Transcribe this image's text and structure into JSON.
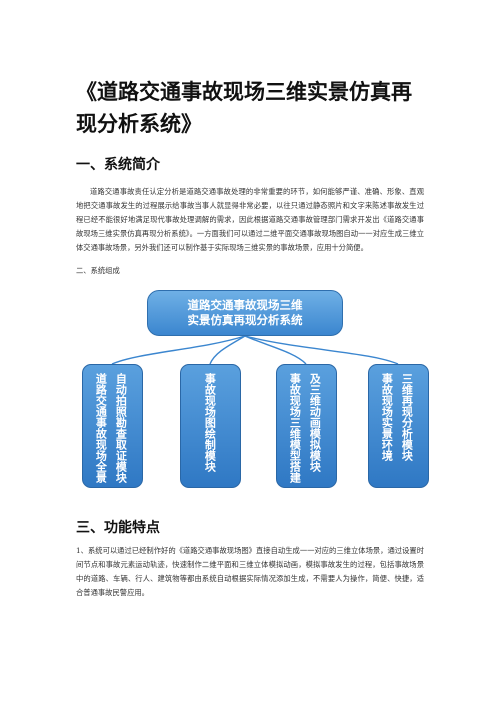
{
  "document": {
    "title": "《道路交通事故现场三维实景仿真再现分析系统》",
    "section1": {
      "heading": "一、系统简介",
      "paragraph": "道路交通事故责任认定分析是道路交通事故处理的非常重要的环节，如何能够严谨、准确、形象、直观地把交通事故发生的过程展示给事故当事人就显得非常必要，以往只通过静态照片和文字来陈述事故发生过程已经不能很好地满足现代事故处理调解的需求，因此根据道路交通事故管理部门需求开发出《道路交通事故现场三维实景仿真再现分析系统》。一方面我们可以通过二维平面交通事故现场图自动一一对应生成三维立体交通事故场景，另外我们还可以制作基于实际现场三维实景的事故场景，应用十分简便。",
      "subheading": "二、系统组成"
    },
    "diagram": {
      "root": "道路交通事故现场三维实景仿真再现分析系统",
      "modules": [
        {
          "col_right": "自动拍照勘查取证模块",
          "col_left": "道路交通事故现场全景"
        },
        {
          "col_right": "事故现场图绘制模块",
          "col_left": ""
        },
        {
          "col_right": "及三维动画模拟模块",
          "col_left": "事故现场三维模型搭建"
        },
        {
          "col_right": "三维再现分析模块",
          "col_left": "事故现场实景环境"
        }
      ]
    },
    "section2": {
      "heading": "三、功能特点",
      "paragraph": "1、系统可以通过已经制作好的《道路交通事故现场图》直接自动生成一一对应的三维立体场景，通过设置时间节点和事故元素运动轨迹，快速制作二维平面和三维立体模拟动画，模拟事故发生的过程，包括事故场景中的道路、车辆、行人、建筑物等都由系统自动根据实际情况添加生成，不需要人为操作，简便、快捷，适合普通事故民警应用。"
    }
  },
  "colors": {
    "box_top": "#6fb0e6",
    "box_bottom": "#2f78c4",
    "connector": "#3b86cf"
  }
}
